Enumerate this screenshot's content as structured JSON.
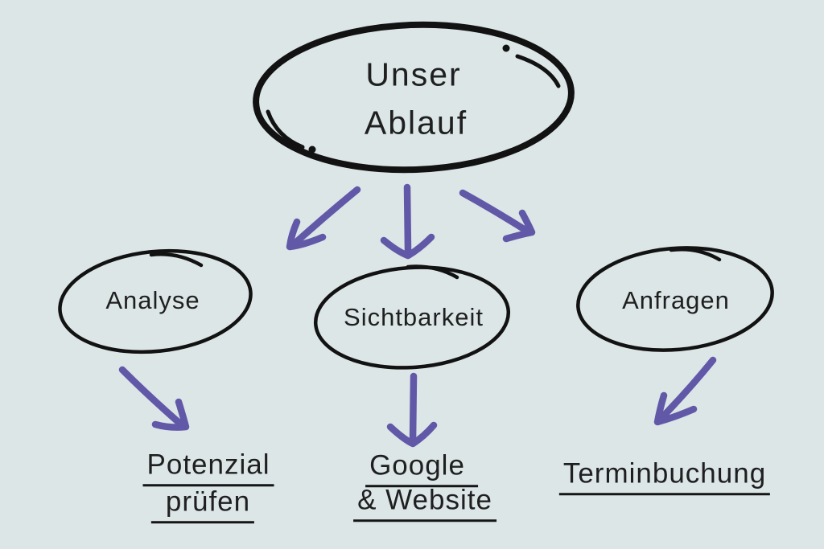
{
  "colors": {
    "background": "#dce6e7",
    "ink": "#121212",
    "text": "#1f1f1f",
    "arrow": "#6159a8"
  },
  "root_node": {
    "line1": "Unser",
    "line2": "Ablauf"
  },
  "branches": [
    {
      "label": "Analyse",
      "outcome": {
        "line1": "Potenzial",
        "line2": "prüfen"
      }
    },
    {
      "label": "Sichtbarkeit",
      "outcome": {
        "line1": "Google",
        "line2": "& Website"
      }
    },
    {
      "label": "Anfragen",
      "outcome": {
        "line1": "Terminbuchung"
      }
    }
  ],
  "icons": {
    "root_to_analyse": "arrow-down-left",
    "root_to_sichtbarkeit": "arrow-down",
    "root_to_anfragen": "arrow-down-right",
    "analyse_to_outcome": "arrow-down-right",
    "sichtbarkeit_to_outcome": "arrow-down",
    "anfragen_to_outcome": "arrow-down-left"
  }
}
